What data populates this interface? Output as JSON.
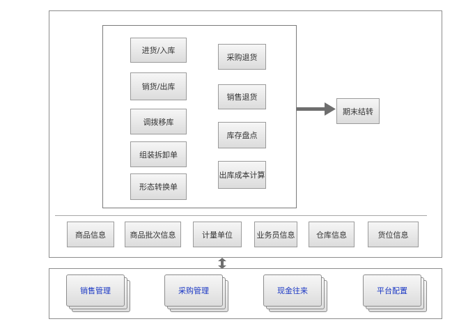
{
  "colors": {
    "arrow": "#6e6e6e",
    "link_text": "#1a37c4",
    "border": "#8c8c8c"
  },
  "inventory_ops": {
    "left_column": [
      "进货/入库",
      "销货/出库",
      "调拨移库",
      "组装拆卸单",
      "形态转换单"
    ],
    "right_column": [
      "采购退货",
      "销售退货",
      "库存盘点",
      "出库成本计算"
    ]
  },
  "period_close": "期末结转",
  "base_info": [
    "商品信息",
    "商品批次信息",
    "计量单位",
    "业务员信息",
    "仓库信息",
    "货位信息"
  ],
  "modules": [
    "销售管理",
    "采购管理",
    "现金往来",
    "平台配置"
  ]
}
